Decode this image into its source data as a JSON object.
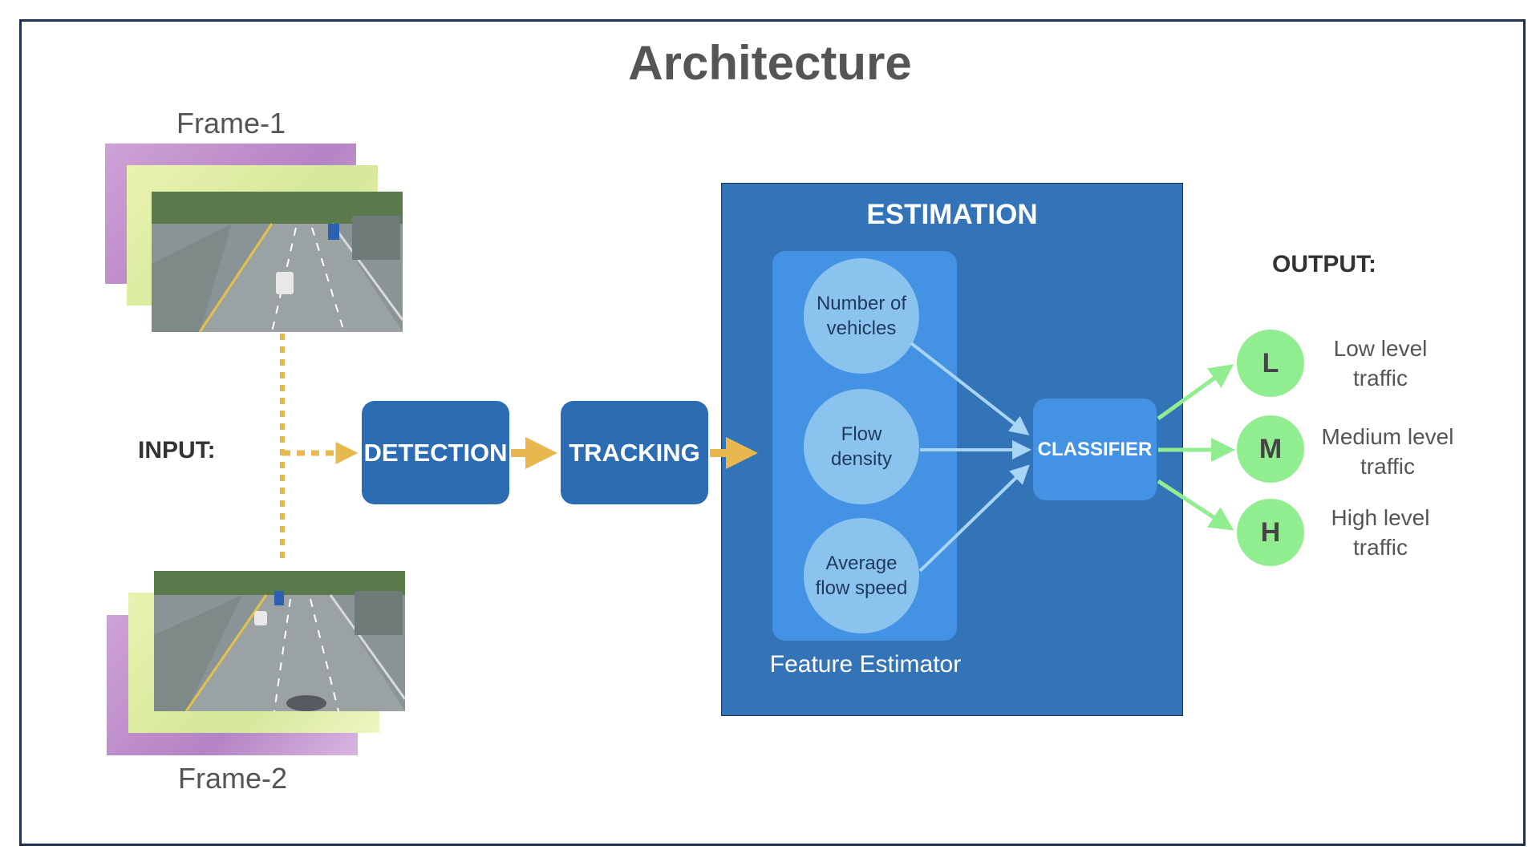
{
  "title": "Architecture",
  "frames": {
    "frame1_label": "Frame-1",
    "frame2_label": "Frame-2"
  },
  "input_label": "INPUT:",
  "output_label": "OUTPUT:",
  "pipeline": {
    "detection": "DETECTION",
    "tracking": "TRACKING"
  },
  "estimation": {
    "title": "ESTIMATION",
    "feature_estimator_label": "Feature Estimator",
    "features": [
      "Number of\nvehicles",
      "Flow\ndensity",
      "Average\nflow speed"
    ],
    "classifier": "CLASSIFIER"
  },
  "outputs": [
    {
      "letter": "L",
      "label": "Low level\ntraffic"
    },
    {
      "letter": "M",
      "label": "Medium level\ntraffic"
    },
    {
      "letter": "H",
      "label": "High level\ntraffic"
    }
  ],
  "colors": {
    "dark_blue": "#2b6cb3",
    "estimation_panel": "#3374b8",
    "feature_panel": "#4492e3",
    "feature_circle": "#8ac3ee",
    "output_green": "#90ee90",
    "arrow_gold": "#e8b84e",
    "arrow_light_blue": "#a8d4f5"
  }
}
